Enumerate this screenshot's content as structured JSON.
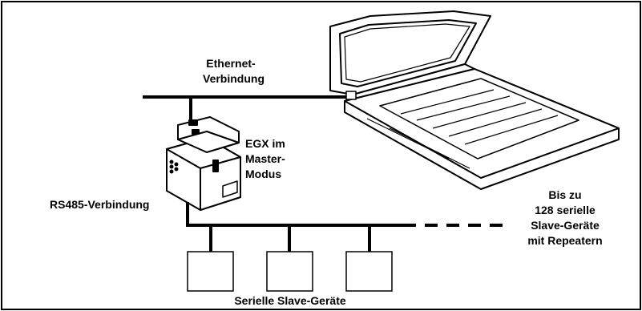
{
  "labels": {
    "ethernet_line1": "Ethernet-",
    "ethernet_line2": "Verbindung",
    "egx_line1": "EGX im",
    "egx_line2": "Master-",
    "egx_line3": "Modus",
    "rs485": "RS485-Verbindung",
    "bis_line1": "Bis zu",
    "bis_line2": "128 serielle",
    "bis_line3": "Slave-Geräte",
    "bis_line4": "mit Repeatern",
    "slaves_caption": "Serielle Slave-Geräte"
  },
  "slave_devices": [
    "slave-1",
    "slave-2",
    "slave-3"
  ],
  "icons": [
    "laptop-icon",
    "egx-gateway-icon"
  ]
}
